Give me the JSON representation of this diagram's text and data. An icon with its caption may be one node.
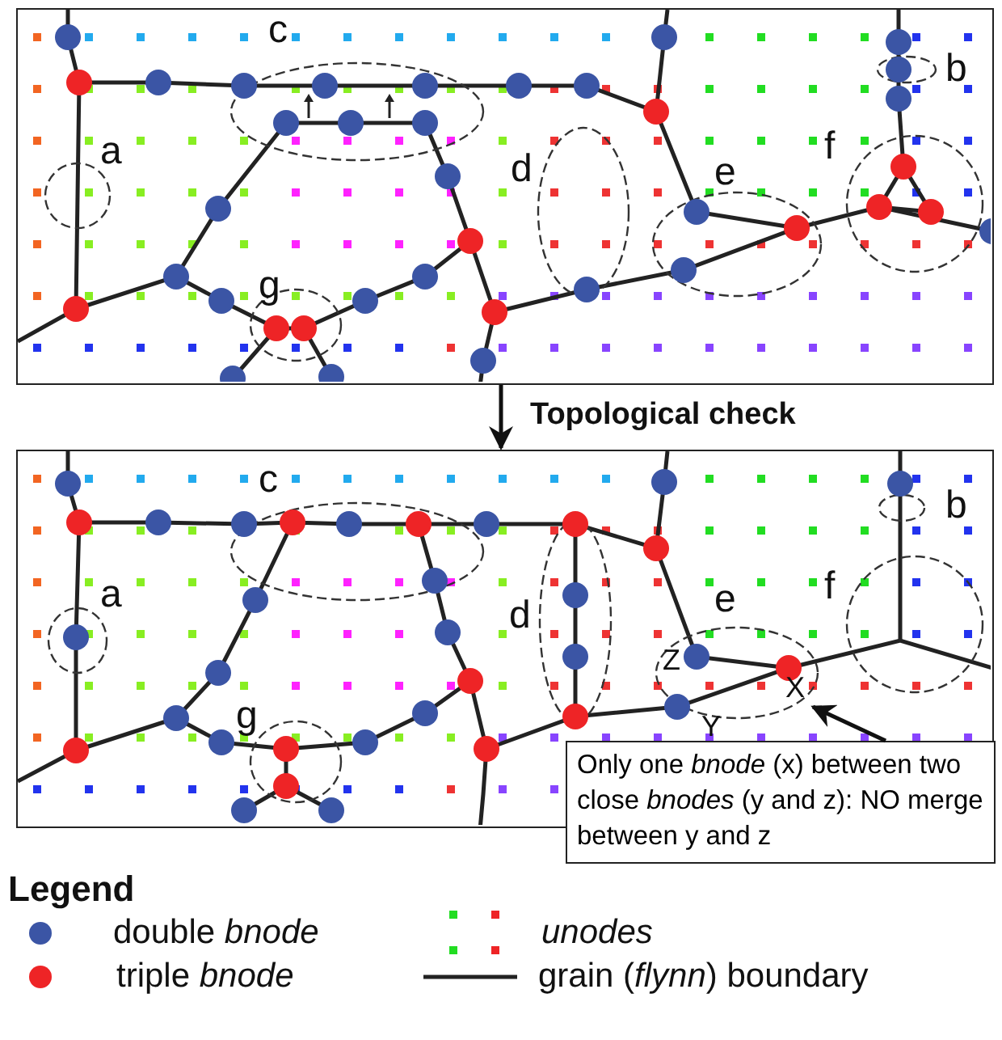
{
  "diagram": {
    "nodes": [
      {
        "text": [],
        "shape": "box"
      },
      {
        "text": [],
        "shape": "box"
      },
      {
        "text": [
          "Only one *bnode* (x) between two close *bnodes* (y and z): NO merge between y and z"
        ]
      }
    ],
    "edges": [
      {
        "from": 0,
        "to": 1,
        "arrow": "to",
        "label": "Topological check"
      },
      {
        "from": 2,
        "to": 1,
        "arrow": "to"
      }
    ],
    "labels": [
      "c",
      "b",
      "a",
      "d",
      "e",
      "f",
      "g",
      "c",
      "b",
      "a",
      "d",
      "e",
      "f",
      "Z",
      "X",
      "Y",
      "g",
      "Legend"
    ],
    "legend": [
      {
        "text": "double *bnode*",
        "color": "#3b55a5"
      },
      {
        "text": "triple *bnode*",
        "color": "#ee2426"
      },
      {
        "text": "*unodes*"
      },
      {
        "text": "grain (*flynn*) boundary"
      }
    ]
  }
}
